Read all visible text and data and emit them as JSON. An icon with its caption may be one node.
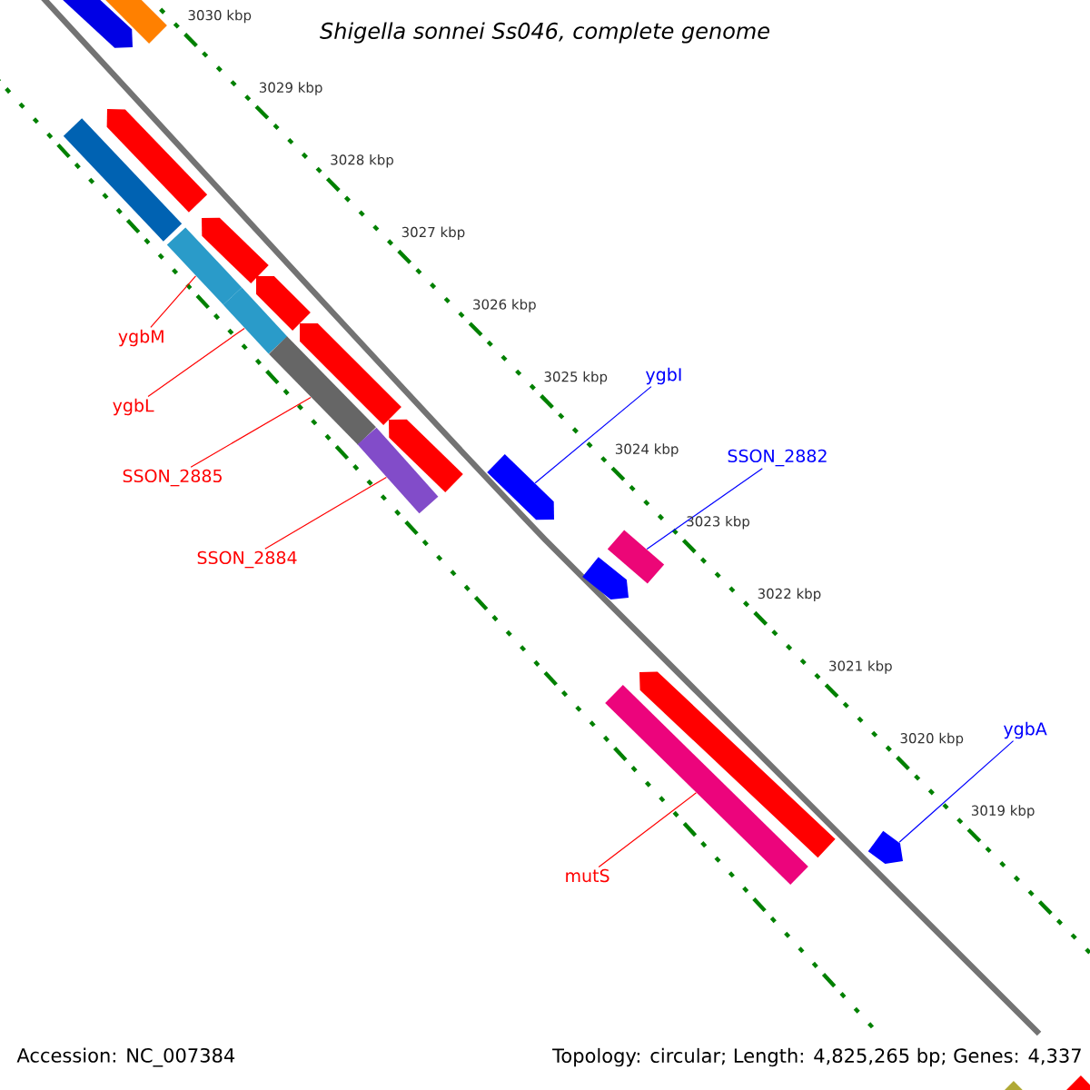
{
  "diagram": {
    "title": "Shigella sonnei Ss046, complete genome",
    "nodes": [
      {
        "text": [
          "ygbM"
        ]
      },
      {
        "text": [
          "ygbL"
        ]
      },
      {
        "text": [
          "SSON_2885"
        ]
      },
      {
        "text": [
          "SSON_2884"
        ]
      },
      {
        "text": [
          "ygbI"
        ]
      },
      {
        "text": [
          "SSON_2882"
        ]
      },
      {
        "text": [
          "ygbA"
        ]
      },
      {
        "text": [
          "mutS"
        ]
      },
      {
        "text": [],
        "shape": "bar"
      },
      {
        "text": [],
        "shape": "bar"
      },
      {
        "text": [],
        "shape": "bar"
      },
      {
        "text": [],
        "shape": "bar"
      },
      {
        "text": [],
        "shape": "bar"
      },
      {
        "text": [],
        "shape": "bar"
      },
      {
        "text": [],
        "shape": "bar"
      },
      {
        "text": [],
        "shape": "bar"
      },
      {
        "text": [],
        "shape": "bar"
      },
      {
        "text": [],
        "shape": "bar"
      },
      {
        "text": [],
        "shape": "bar"
      },
      {
        "text": [],
        "shape": "bar"
      },
      {
        "text": [],
        "shape": "bar"
      },
      {
        "text": [],
        "shape": "bar"
      },
      {
        "text": [],
        "shape": "bar"
      },
      {
        "text": [],
        "shape": "bar"
      },
      {
        "text": [],
        "shape": "bar"
      },
      {
        "text": [],
        "shape": "bar"
      },
      {
        "text": [],
        "shape": "bar"
      },
      {
        "text": [],
        "shape": "bar"
      }
    ],
    "edges": [
      {
        "from": 0,
        "to": 12,
        "arrow": "none"
      },
      {
        "from": 1,
        "to": 14,
        "arrow": "none"
      },
      {
        "from": 2,
        "to": 16,
        "arrow": "none"
      },
      {
        "from": 3,
        "to": 18,
        "arrow": "none"
      },
      {
        "from": 4,
        "to": 20,
        "arrow": "none",
        "color": "#0000ff"
      },
      {
        "from": 5,
        "to": 21,
        "arrow": "none",
        "color": "#0000ff"
      },
      {
        "from": 6,
        "to": 25,
        "arrow": "none",
        "color": "#0000ff"
      },
      {
        "from": 7,
        "to": 24,
        "arrow": "none"
      }
    ],
    "labels": [
      "3030 kbp",
      "3029 kbp",
      "3028 kbp",
      "3027 kbp",
      "3026 kbp",
      "3025 kbp",
      "3024 kbp",
      "3023 kbp",
      "3022 kbp",
      "3021 kbp",
      "3020 kbp",
      "3019 kbp",
      "Accession: NC_007384",
      "Topology: circular; Length: 4,825,265 bp; Genes: 4,337"
    ]
  }
}
